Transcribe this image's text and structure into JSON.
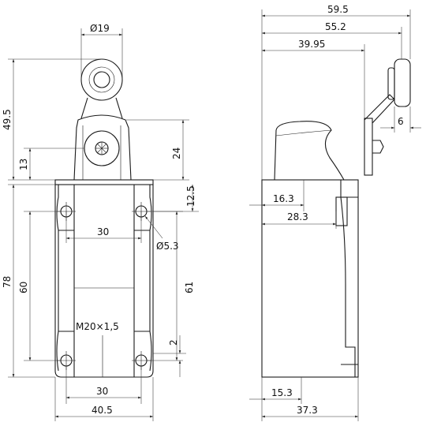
{
  "dimensions": {
    "roller_diameter": "Ø19",
    "height_lever": "49.5",
    "shaft_offset": "13",
    "cam_height": "24",
    "top_hole_offset": "12.5",
    "hole_spacing_top": "30",
    "hole_diameter": "Ø5.3",
    "body_height": "78",
    "hole_vertical_spacing": "60",
    "side_height": "61",
    "cable_entry": "M20×1,5",
    "bottom_offset": "2",
    "hole_spacing_bottom": "30",
    "body_width": "40.5",
    "total_depth": "59.5",
    "lever_depth": "55.2",
    "shaft_depth": "39.95",
    "roller_width": "6",
    "plunger_depth": "16.3",
    "mount_depth": "28.3",
    "base_depth": "15.3",
    "body_depth": "37.3"
  }
}
